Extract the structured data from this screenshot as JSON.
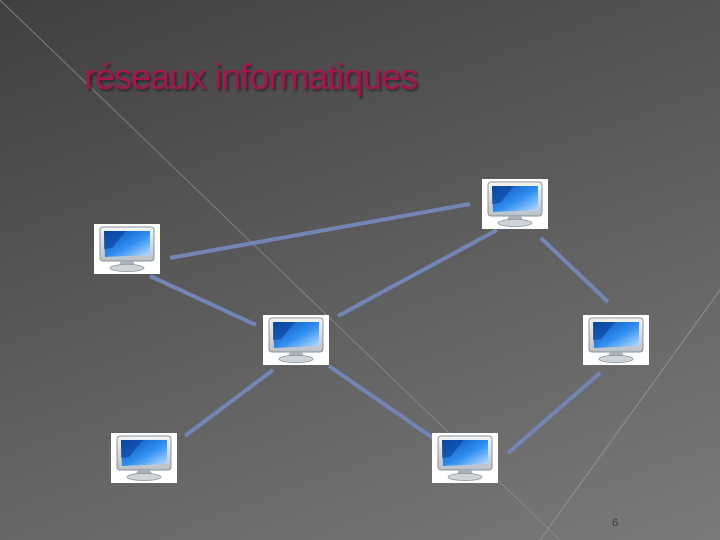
{
  "slide": {
    "title": "réseaux informatiques",
    "page_number": "6"
  },
  "colors": {
    "title": "#a8144e",
    "link": "#7285b5",
    "screen": "#1f7ae0"
  },
  "network": {
    "nodes": [
      "computer-1",
      "computer-2",
      "computer-3",
      "computer-4",
      "computer-5",
      "computer-6"
    ],
    "links": [
      [
        "computer-1",
        "computer-2"
      ],
      [
        "computer-1",
        "computer-3"
      ],
      [
        "computer-2",
        "computer-3"
      ],
      [
        "computer-2",
        "computer-4"
      ],
      [
        "computer-3",
        "computer-5"
      ],
      [
        "computer-3",
        "computer-6"
      ],
      [
        "computer-4",
        "computer-6"
      ]
    ]
  }
}
